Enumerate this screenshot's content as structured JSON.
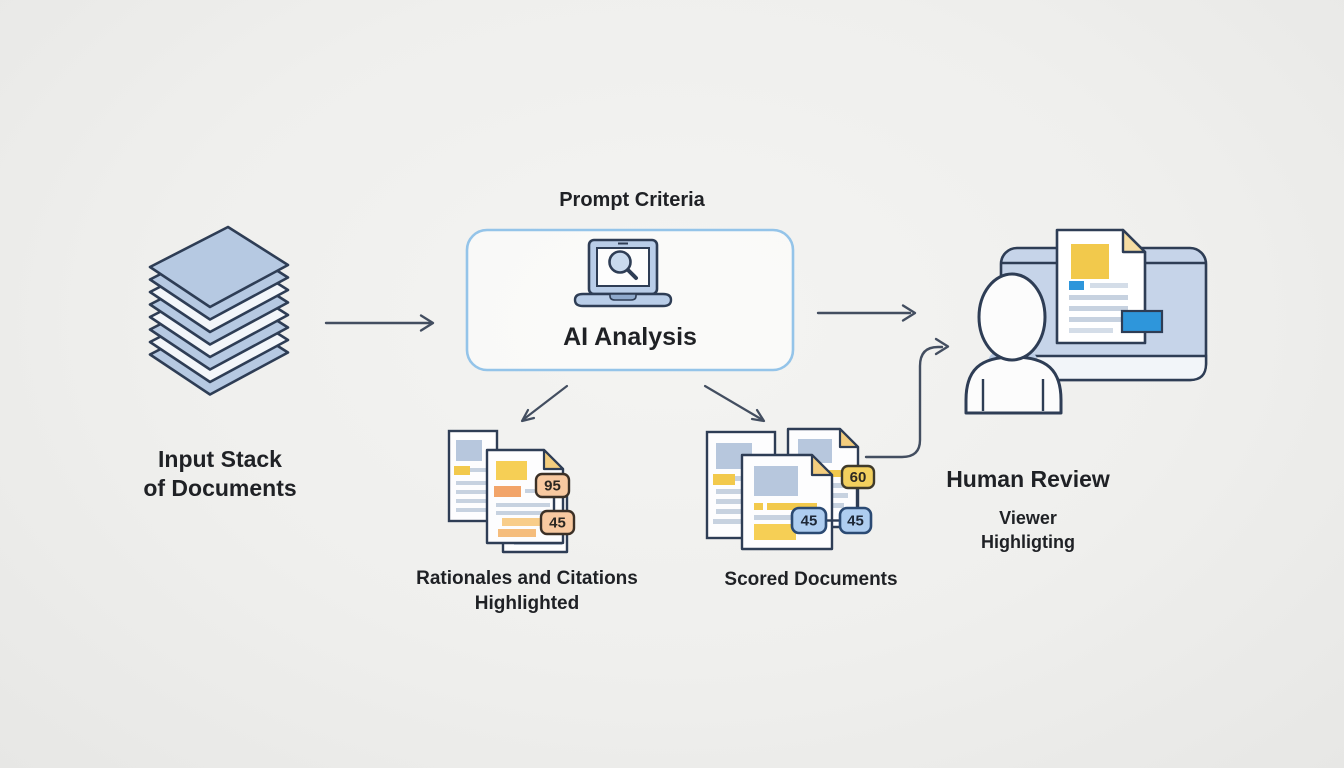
{
  "diagram": {
    "input": {
      "line1": "Input Stack",
      "line2": "of Documents"
    },
    "prompt_criteria": "Prompt Criteria",
    "ai_box": {
      "label": "AI Analysis"
    },
    "rationales": {
      "line1": "Rationales and Citations",
      "line2": "Highlighted",
      "score_top": "95",
      "score_bottom": "45"
    },
    "scored": {
      "label": "Scored Documents",
      "score_top": "60",
      "score_left": "45",
      "score_right": "45"
    },
    "human": {
      "title": "Human Review",
      "sub1": "Viewer",
      "sub2": "Highligting"
    }
  },
  "palette": {
    "outline": "#2e3d55",
    "arrow": "#434e60",
    "stack_blue": "#b6c9e2",
    "stack_white": "#f3f6fa",
    "box_border": "#94c4e9",
    "doc_yellow": "#f2c94c",
    "doc_orange": "#f2a469",
    "doc_grayline": "#c7d2e0",
    "badge_orange": "#f8c9a0",
    "badge_yellow": "#f3d05e",
    "badge_blue": "#aecdf0",
    "bright_blue": "#2e96db",
    "monitor_fill": "#c6d4e9"
  }
}
